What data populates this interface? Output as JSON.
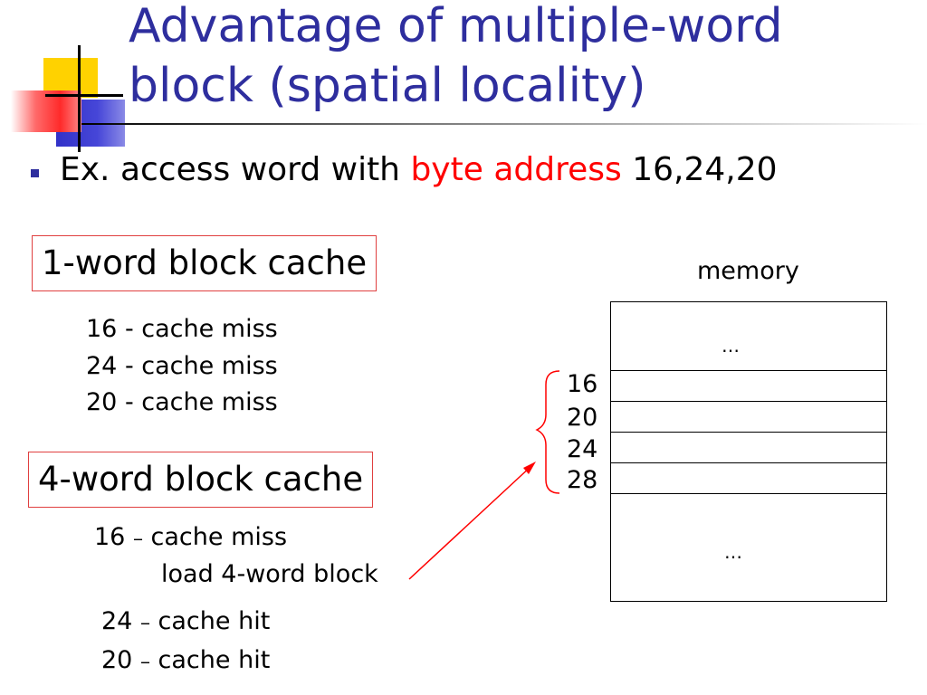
{
  "slide": {
    "title": "Advantage of multiple-word\nblock (spatial locality)",
    "bullet": {
      "prefix": "Ex. access word with ",
      "highlight": "byte address",
      "suffix": " 16,24,20",
      "highlight_color": "#ff0000"
    },
    "one_word": {
      "label": "1-word block cache",
      "lines": [
        "16 -  cache miss",
        "24 -  cache miss",
        "20 -  cache miss"
      ]
    },
    "four_word": {
      "label": "4-word block cache",
      "line1_num": "16",
      "line1_text": "cache miss",
      "line2_text": "load 4-word block",
      "line3_num": "24",
      "line3_text": "cache hit",
      "line4_num": "20",
      "line4_text": "cache hit",
      "dash": "–"
    },
    "memory": {
      "label": "memory",
      "top_dots": "…",
      "bottom_dots": "…",
      "addresses": [
        "16",
        "20",
        "24",
        "28"
      ]
    },
    "colors": {
      "title": "#2e2e9e",
      "box_border": "#e04040",
      "arrow": "#ff0000"
    }
  }
}
